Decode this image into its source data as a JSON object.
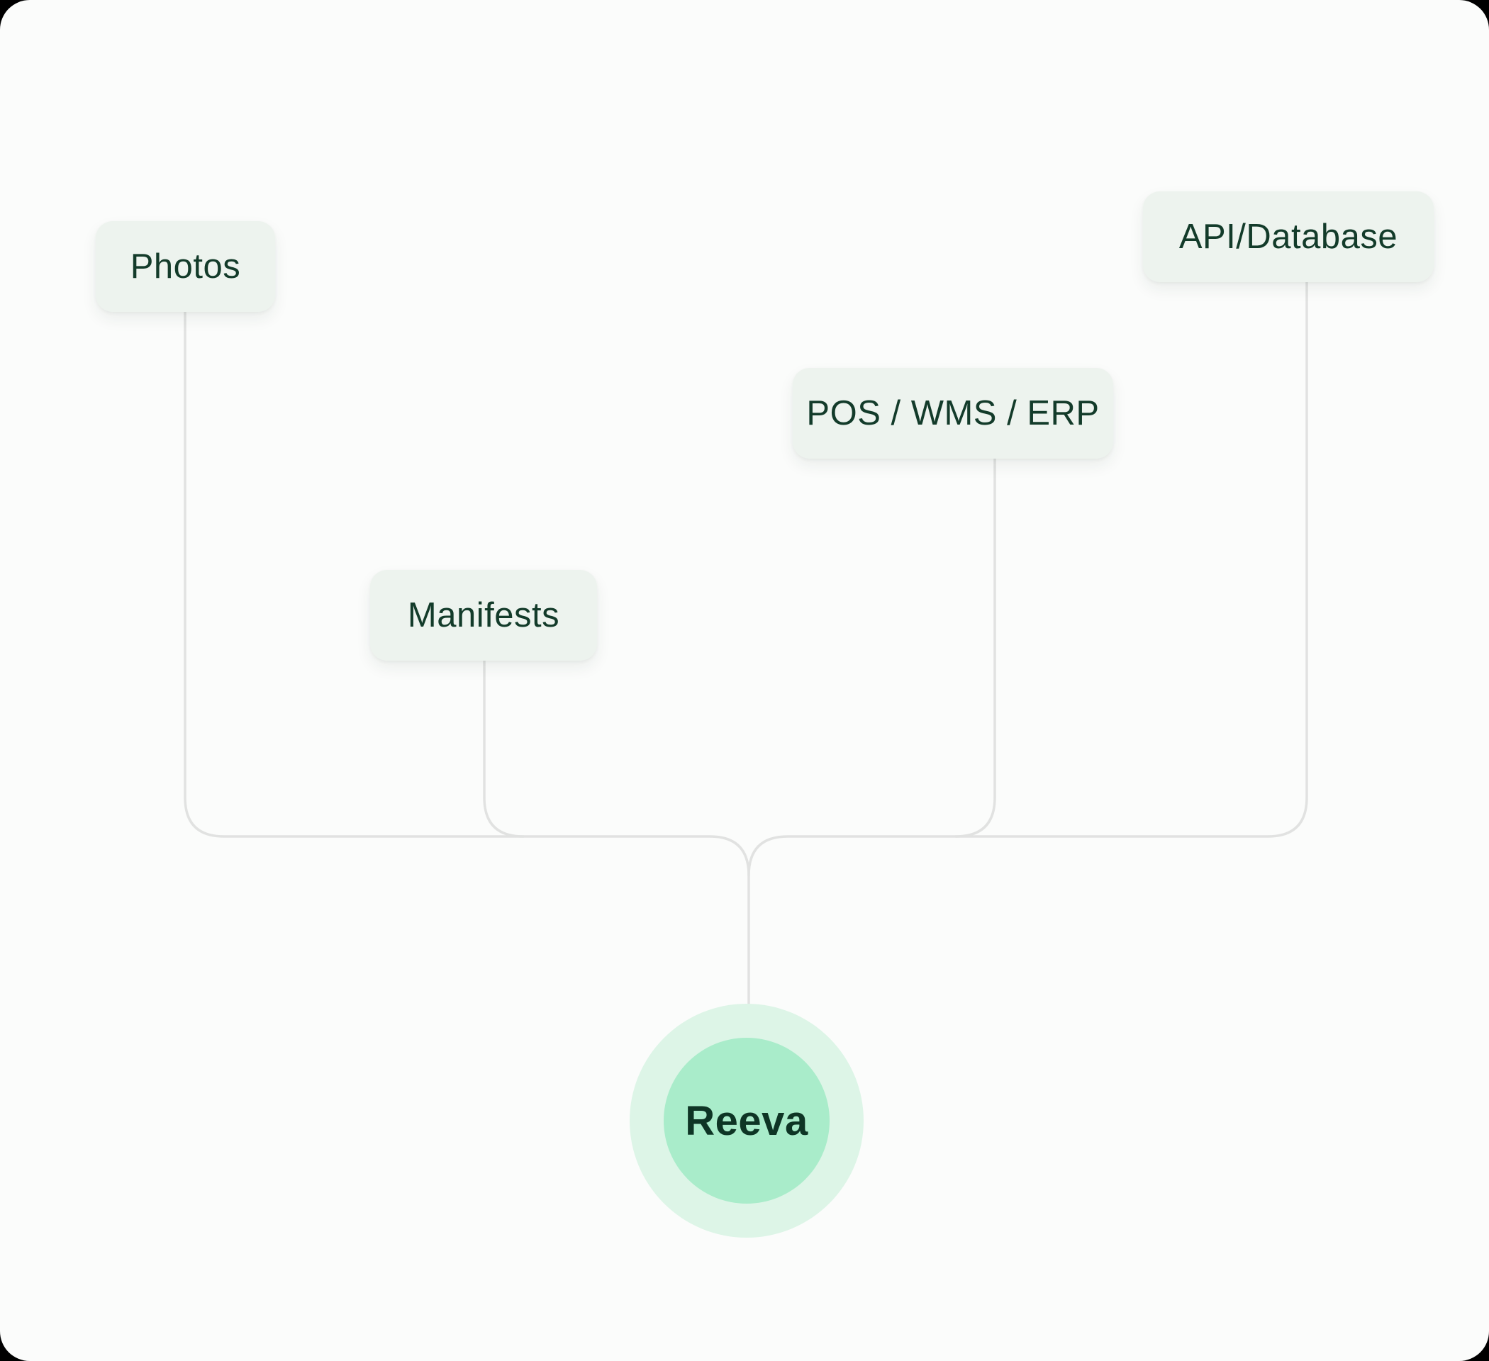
{
  "diagram": {
    "nodes": {
      "photos": {
        "label": "Photos"
      },
      "manifests": {
        "label": "Manifests"
      },
      "pos": {
        "label": "POS / WMS / ERP"
      },
      "api": {
        "label": "API/Database"
      }
    },
    "center": {
      "label": "Reeva"
    },
    "colors": {
      "background": "#fbfcfb",
      "node_fill": "#edf3ee",
      "node_text": "#133b2a",
      "connector_line": "#e1e2e1",
      "hub_outer": "#ddf5e7",
      "hub_inner": "#a9ecca",
      "hub_text": "#0e3525"
    }
  }
}
